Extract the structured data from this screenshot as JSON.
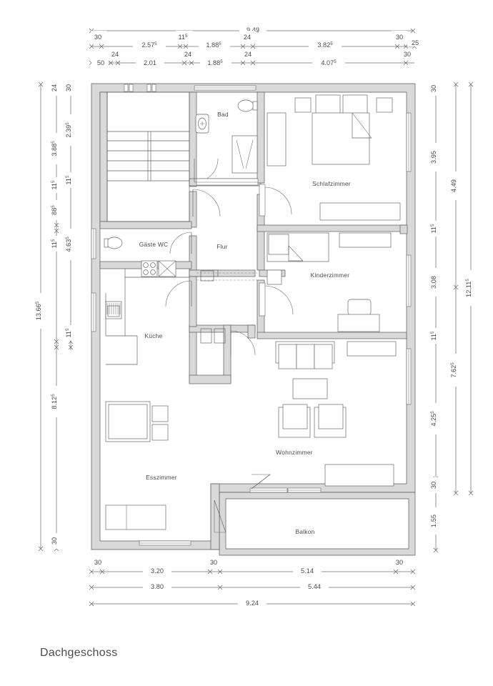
{
  "title": "Dachgeschoss",
  "drawing_type": "architectural-floor-plan",
  "units_note": "meters and centimeters",
  "colors": {
    "wall_fill": "#d9d9d9",
    "wall_stroke": "#5a5a5a",
    "dimension_line": "#6f6f6f",
    "text": "#4a4a4a",
    "background": "#ffffff"
  },
  "rooms": [
    {
      "id": "bad",
      "label": "Bad"
    },
    {
      "id": "schlafzimmer",
      "label": "Schlafzimmer"
    },
    {
      "id": "gaeste-wc",
      "label": "Gäste WC"
    },
    {
      "id": "flur",
      "label": "Flur"
    },
    {
      "id": "kinderzimmer",
      "label": "Kinderzimmer"
    },
    {
      "id": "kueche",
      "label": "Küche"
    },
    {
      "id": "wohnzimmer",
      "label": "Wohnzimmer"
    },
    {
      "id": "esszimmer",
      "label": "Esszimmer"
    },
    {
      "id": "balkon",
      "label": "Balkon"
    }
  ],
  "dimensions": {
    "top": {
      "overall": [
        {
          "value": "9.49",
          "sup": ""
        }
      ],
      "chain_1": [
        {
          "value": "30",
          "sup": ""
        },
        {
          "value": "2.57",
          "sup": "5"
        },
        {
          "value": "11",
          "sup": "5"
        },
        {
          "value": "1.88",
          "sup": "5"
        },
        {
          "value": "24",
          "sup": ""
        },
        {
          "value": "3.82",
          "sup": "5"
        },
        {
          "value": "30",
          "sup": ""
        },
        {
          "value": "25",
          "sup": ""
        }
      ],
      "chain_2": [
        {
          "value": "50",
          "sup": ""
        },
        {
          "value": "24",
          "sup": ""
        },
        {
          "value": "2.01",
          "sup": ""
        },
        {
          "value": "24",
          "sup": ""
        },
        {
          "value": "1.88",
          "sup": "5"
        },
        {
          "value": "24",
          "sup": ""
        },
        {
          "value": "4.07",
          "sup": "5"
        },
        {
          "value": "30",
          "sup": ""
        }
      ]
    },
    "left": {
      "overall": [
        {
          "value": "13.66",
          "sup": "5"
        }
      ],
      "chain_outer": [
        {
          "value": "24",
          "sup": ""
        },
        {
          "value": "3.88",
          "sup": "5"
        },
        {
          "value": "11",
          "sup": "5"
        },
        {
          "value": "88",
          "sup": "5"
        },
        {
          "value": "11",
          "sup": "5"
        },
        {
          "value": "8.12",
          "sup": "5"
        },
        {
          "value": "30",
          "sup": ""
        }
      ],
      "chain_inner": [
        {
          "value": "30",
          "sup": ""
        },
        {
          "value": "2.39",
          "sup": "5"
        },
        {
          "value": "11",
          "sup": "5"
        },
        {
          "value": "4.63",
          "sup": "5"
        },
        {
          "value": "11",
          "sup": "5"
        }
      ]
    },
    "right": {
      "overall": [
        {
          "value": "12.11",
          "sup": "5"
        }
      ],
      "chain_mid": [
        {
          "value": "4.49",
          "sup": ""
        },
        {
          "value": "7.62",
          "sup": "5"
        }
      ],
      "chain_inner": [
        {
          "value": "30",
          "sup": ""
        },
        {
          "value": "3.95",
          "sup": ""
        },
        {
          "value": "11",
          "sup": "5"
        },
        {
          "value": "3.08",
          "sup": ""
        },
        {
          "value": "11",
          "sup": "5"
        },
        {
          "value": "4.25",
          "sup": "5"
        },
        {
          "value": "30",
          "sup": ""
        },
        {
          "value": "1.55",
          "sup": ""
        }
      ]
    },
    "bottom": {
      "chain_1": [
        {
          "value": "30",
          "sup": ""
        },
        {
          "value": "3.20",
          "sup": ""
        },
        {
          "value": "30",
          "sup": ""
        },
        {
          "value": "5.14",
          "sup": ""
        },
        {
          "value": "30",
          "sup": ""
        }
      ],
      "chain_2": [
        {
          "value": "3.80",
          "sup": ""
        },
        {
          "value": "5.44",
          "sup": ""
        }
      ],
      "overall": [
        {
          "value": "9.24",
          "sup": ""
        }
      ]
    }
  }
}
